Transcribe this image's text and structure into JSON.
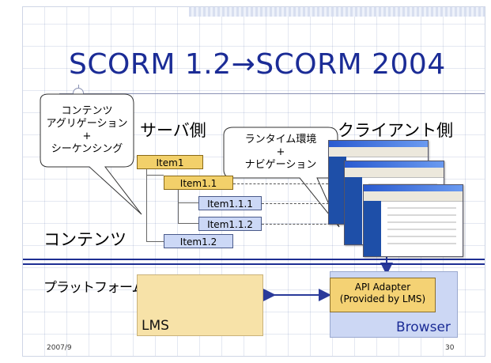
{
  "slide": {
    "title": "SCORM 1.2→SCORM 2004",
    "server_heading": "サーバ側",
    "client_heading": "クライアント側",
    "contents_label": "コンテンツ",
    "platform_label": "プラットフォーム"
  },
  "callouts": {
    "left": [
      "コンテンツ",
      "アグリゲーション",
      "+",
      "シーケンシング"
    ],
    "right": [
      "ランタイム環境",
      "+",
      "ナビゲーション"
    ]
  },
  "tree": {
    "items": [
      "Item1",
      "Item1.1",
      "Item1.1.1",
      "Item1.1.2",
      "Item1.2"
    ]
  },
  "platform": {
    "lms_label": "LMS",
    "browser_label": "Browser",
    "api_adapter_line1": "API Adapter",
    "api_adapter_line2": "(Provided by LMS)"
  },
  "footer": {
    "date": "2007/9",
    "page": "30"
  },
  "colors": {
    "title": "#1b2c96",
    "separator": "#1e2f93",
    "arrow": "#2a3a9a",
    "item_gold": "#f2d06a",
    "item_blue": "#ccd8f6",
    "lms": "#f7e2a8",
    "browser": "#ccd7f4",
    "api_adapter": "#f4d274"
  }
}
